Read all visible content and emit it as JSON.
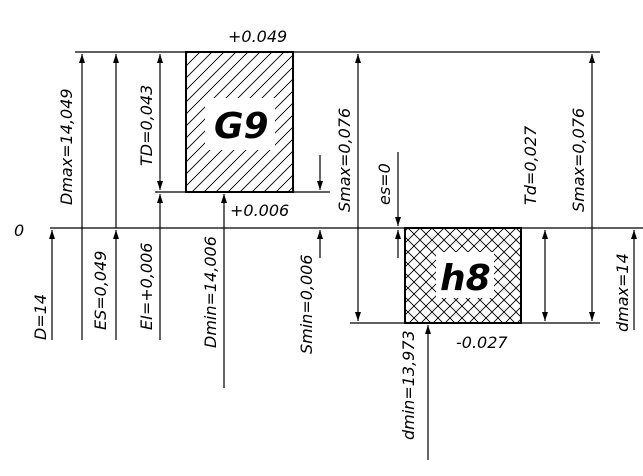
{
  "zero_line": {
    "label": "0"
  },
  "hole": {
    "symbol": "G9",
    "upper_deviation": "+0.049",
    "lower_deviation": "+0.006"
  },
  "shaft": {
    "symbol": "h8",
    "lower_deviation": "-0.027"
  },
  "dimensions": {
    "D": "D=14",
    "ES": "ES=0,049",
    "EI": "EI=+0,006",
    "Dmax": "Dmax=14,049",
    "Dmin": "Dmin=14,006",
    "TD": "TD=0,043",
    "Smax_left": "Smax=0,076",
    "Smin": "Smin=0,006",
    "es": "es=0",
    "dmin": "dmin=13,973",
    "Td": "Td=0,027",
    "Smax_right": "Smax=0,076",
    "dmax": "dmax=14"
  }
}
